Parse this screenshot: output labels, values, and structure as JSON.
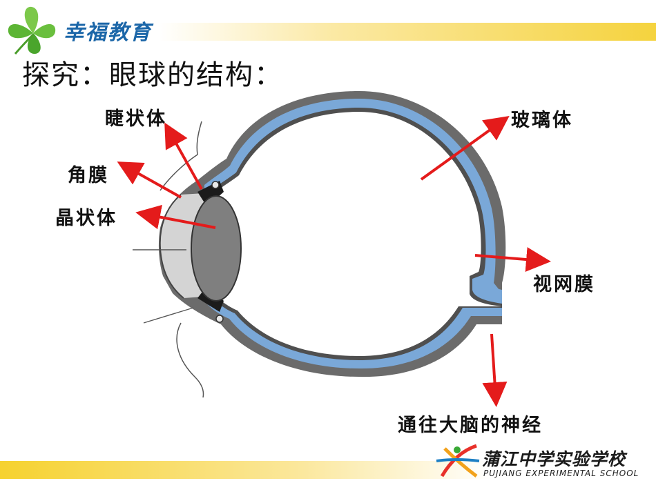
{
  "header": {
    "brand_text": "幸福教育",
    "title": "探究：眼球的结构："
  },
  "labels": {
    "ciliary_body": "睫状体",
    "cornea": "角膜",
    "lens": "晶状体",
    "vitreous_body": "玻璃体",
    "retina": "视网膜",
    "optic_nerve": "通往大脑的神经"
  },
  "footer": {
    "school_name_cn": "蒲江中学实验学校",
    "school_name_en": "PUJIANG EXPERIMENTAL SCHOOL"
  },
  "colors": {
    "arrow": "#e41b1b",
    "sclera": "#6b6b6b",
    "choroid": "#7aa8d8",
    "lens": "#7f7f7f",
    "brand_blue": "#1b66a8",
    "clover_green": "#5cb534",
    "band_yellow": "#f5d33e"
  }
}
